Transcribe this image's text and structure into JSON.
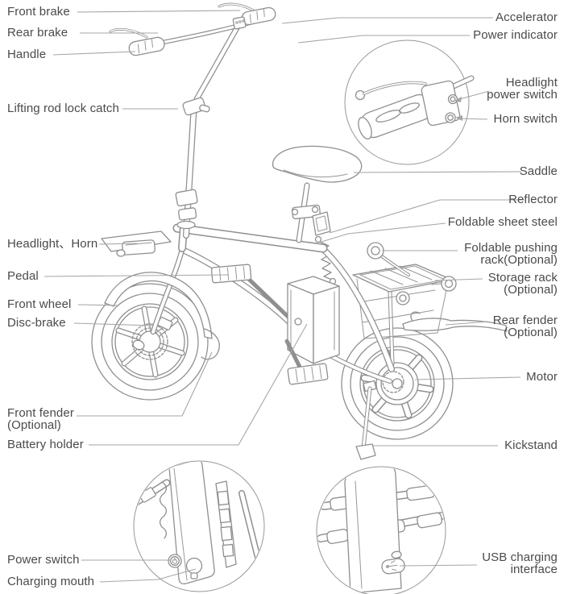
{
  "diagram": {
    "subject": "Folding electric bicycle parts diagram",
    "colors": {
      "line": "#8f8f8f",
      "leader": "#a6a6a6",
      "text": "#4a4a4a",
      "background": "#ffffff"
    },
    "icons": {
      "power_button": "power-icon",
      "usb_port": "usb-icon"
    },
    "labels": {
      "left": [
        {
          "text": "Front brake"
        },
        {
          "text": "Rear brake"
        },
        {
          "text": "Handle"
        },
        {
          "text": "Lifting rod lock catch"
        },
        {
          "text": "Headlight、Horn"
        },
        {
          "text": "Pedal"
        },
        {
          "text": "Front wheel"
        },
        {
          "text": "Disc-brake"
        },
        {
          "text": "Front fender\n(Optional)"
        },
        {
          "text": "Battery holder"
        },
        {
          "text": "Power switch"
        },
        {
          "text": "Charging mouth"
        }
      ],
      "right": [
        {
          "text": "Accelerator"
        },
        {
          "text": "Power indicator"
        },
        {
          "text": "Headlight\npower switch"
        },
        {
          "text": "Horn switch"
        },
        {
          "text": "Saddle"
        },
        {
          "text": "Reflector"
        },
        {
          "text": "Foldable sheet steel"
        },
        {
          "text": "Foldable pushing\nrack(Optional)"
        },
        {
          "text": "Storage rack\n(Optional)"
        },
        {
          "text": "Rear fender\n(Optional)"
        },
        {
          "text": "Motor"
        },
        {
          "text": "Kickstand"
        },
        {
          "text": "USB charging\ninterface"
        }
      ]
    }
  }
}
